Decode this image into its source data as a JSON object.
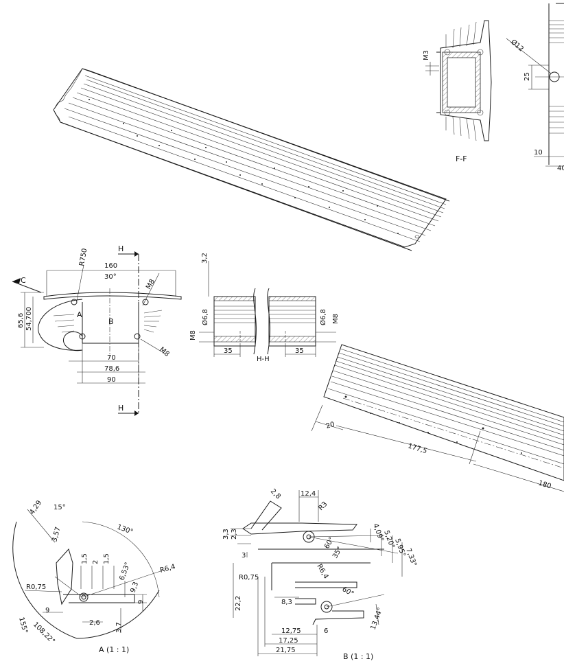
{
  "drawing": {
    "section_ff": {
      "label": "F-F",
      "thread": "M3"
    },
    "side_view": {
      "d12": "Ø12",
      "d25": "25",
      "d10": "10",
      "d40": "40"
    },
    "end_view": {
      "section_marker_c": "C",
      "section_marker_h_top": "H",
      "section_marker_h_bottom": "H",
      "r750": "R750",
      "w160": "160",
      "a30": "30°",
      "m8_top": "M8",
      "m8_bottom": "M8",
      "h65_6": "65,6",
      "h54_700": "54,700",
      "label_a": "A",
      "label_b": "B",
      "w70": "70",
      "w78_6": "78,6",
      "w90": "90"
    },
    "section_hh": {
      "label": "H-H",
      "t3_2": "3,2",
      "d6_8_left": "Ø6,8",
      "d6_8_right": "Ø6,8",
      "m8_left": "M8",
      "m8_right": "M8",
      "l35_left": "35",
      "l35_right": "35"
    },
    "bottom_view": {
      "d20": "20",
      "d177_5": "177,5",
      "d180": "180"
    },
    "detail_a": {
      "label": "A  (1 : 1)",
      "d4_29": "4,29",
      "a15": "15°",
      "a130": "130°",
      "d3_57": "3,57",
      "d1_5a": "1,5",
      "d2": "2",
      "d1_5b": "1,5",
      "d6_53": "6,53°",
      "r6_4": "R6,4",
      "r0_75": "R0,75",
      "d9_3": "9,3",
      "d9_right": "9",
      "d9_left": "9",
      "d2_6": "2,6",
      "d3_7": "3,7",
      "a155": "155°",
      "a108_22": "108,22°"
    },
    "detail_b": {
      "label": "B  (1 : 1)",
      "d2_8": "2,8",
      "d12_4": "12,4",
      "r3": "R3",
      "d3_3": "3,3",
      "d2_3": "2,3",
      "d3": "3",
      "a4_09": "4,09°",
      "a5_20": "5,20°",
      "a5_95": "5,95°",
      "a7_33": "7,33°",
      "a60_top": "60°",
      "a35": "35°",
      "r6_4": "R6,4",
      "r0_75": "R0,75",
      "a60_bottom": "60°",
      "d22_2": "22,2",
      "d8_3": "8,3",
      "d12_75": "12,75",
      "d6": "6",
      "d17_25": "17,25",
      "d21_75": "21,75",
      "a13_44": "13,44°"
    }
  }
}
